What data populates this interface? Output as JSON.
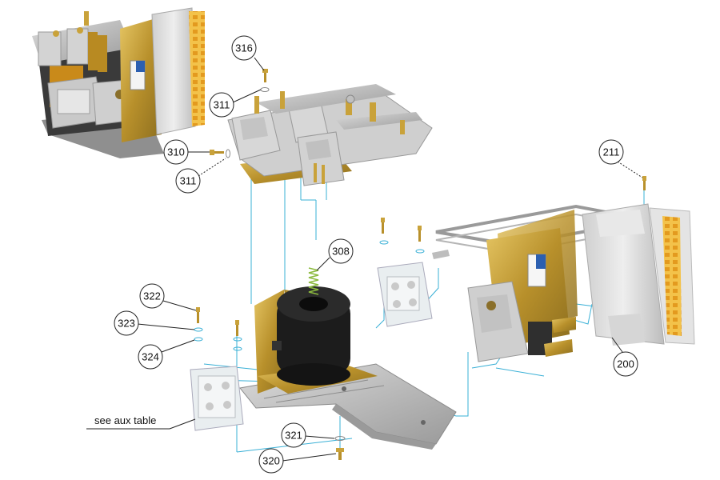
{
  "diagram": {
    "callouts": {
      "c316": "316",
      "c311a": "311",
      "c310": "310",
      "c311b": "311",
      "c211": "211",
      "c308": "308",
      "c322": "322",
      "c323": "323",
      "c324": "324",
      "c200": "200",
      "c321": "321",
      "c320": "320"
    },
    "note": "see aux table"
  },
  "colors": {
    "leader": "#3ab0d6",
    "brass": "#c9a23a",
    "steel": "#b9b9b9",
    "housing": "#d9d9d9",
    "coil": "#1c1c1c",
    "terminal": "#f0b43c"
  }
}
